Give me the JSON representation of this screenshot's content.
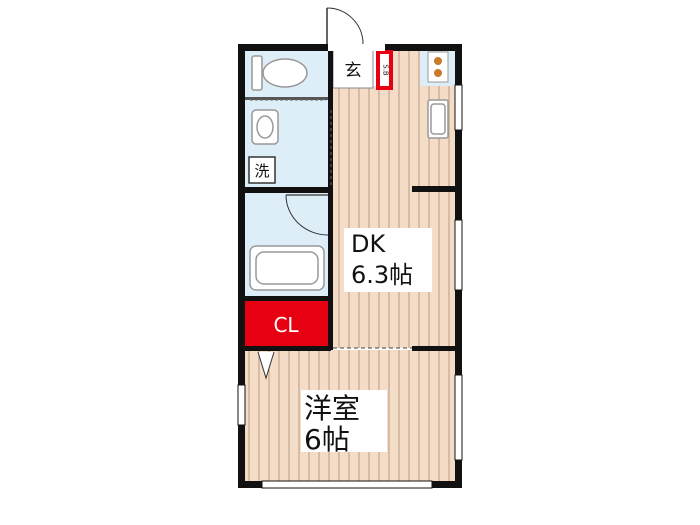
{
  "floorplan": {
    "entrance": {
      "label": "玄"
    },
    "shoe_box": {
      "label": "S.B"
    },
    "washer": {
      "label": "洗"
    },
    "closet": {
      "label": "CL"
    },
    "dining_kitchen": {
      "name": "DK",
      "size": "6.3帖"
    },
    "western_room": {
      "name": "洋室",
      "size": "6帖"
    }
  },
  "colors": {
    "floor": "#f5dcc6",
    "floor_line": "#b89a85",
    "wet_area": "#ddeef9",
    "wall": "#111111",
    "closet": "#e60012",
    "fixture": "#999999"
  }
}
